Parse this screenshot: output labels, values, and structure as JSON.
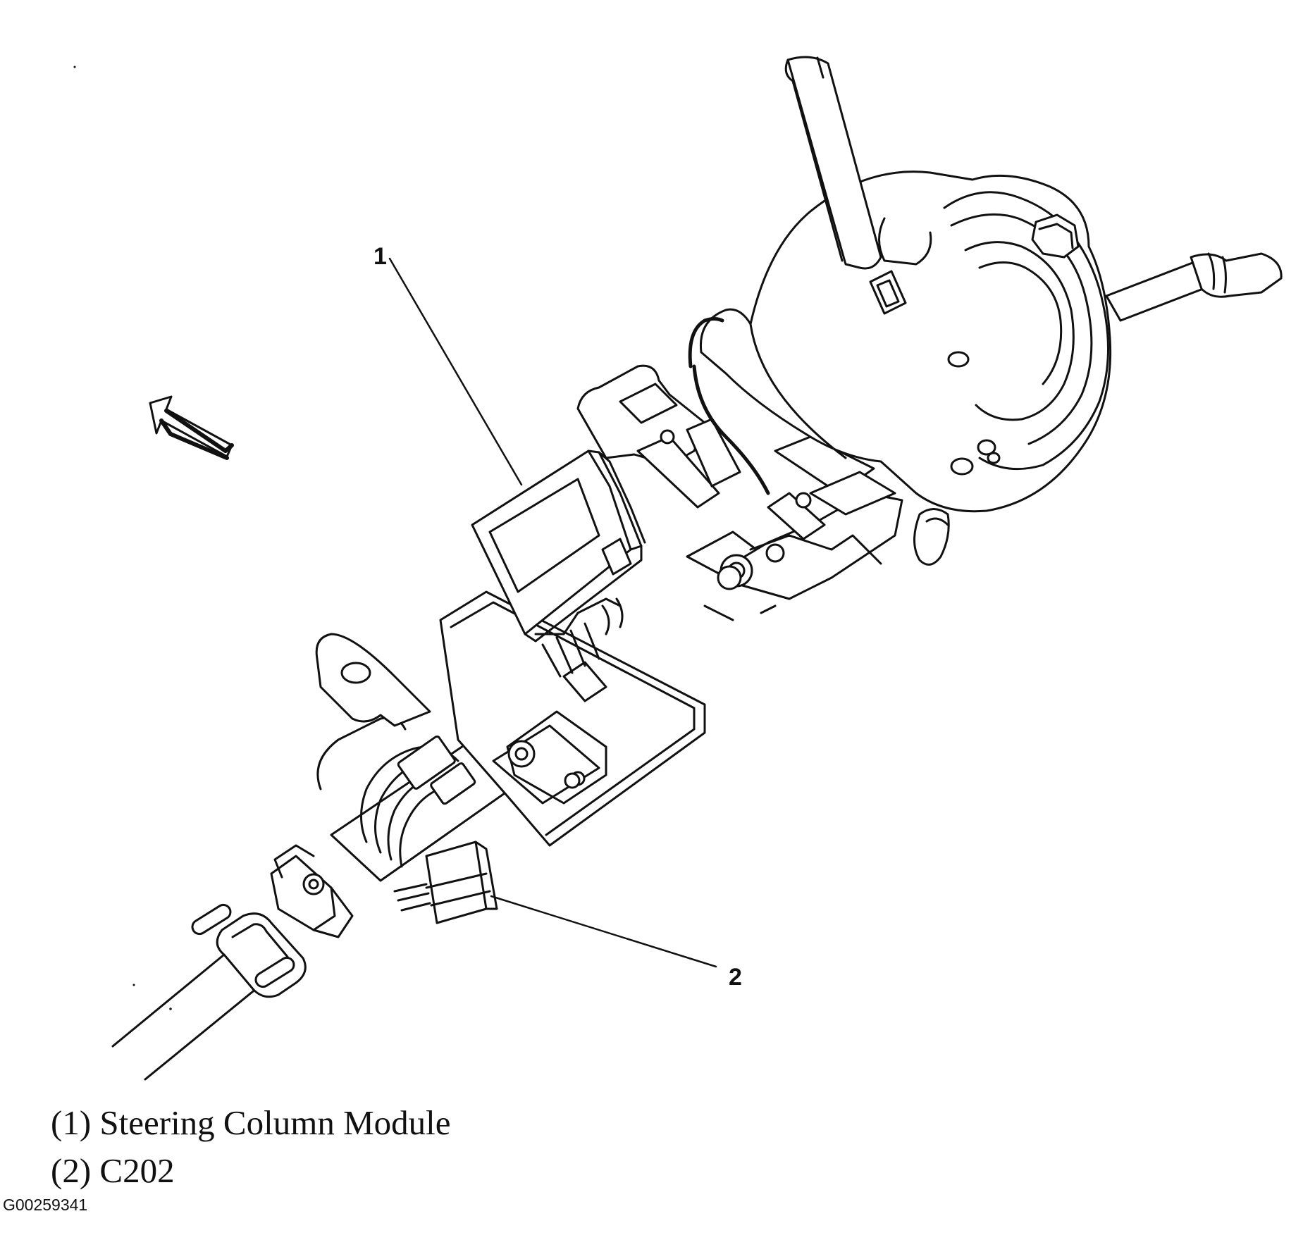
{
  "callouts": [
    {
      "number": "1",
      "part": "Steering Column Module"
    },
    {
      "number": "2",
      "part": "C202"
    }
  ],
  "legend": [
    "(1) Steering Column Module",
    "(2) C202"
  ],
  "figure_id": "G00259341",
  "colors": {
    "line": "#111111",
    "background": "#ffffff"
  },
  "icons": [
    "view-direction-arrow-icon"
  ]
}
